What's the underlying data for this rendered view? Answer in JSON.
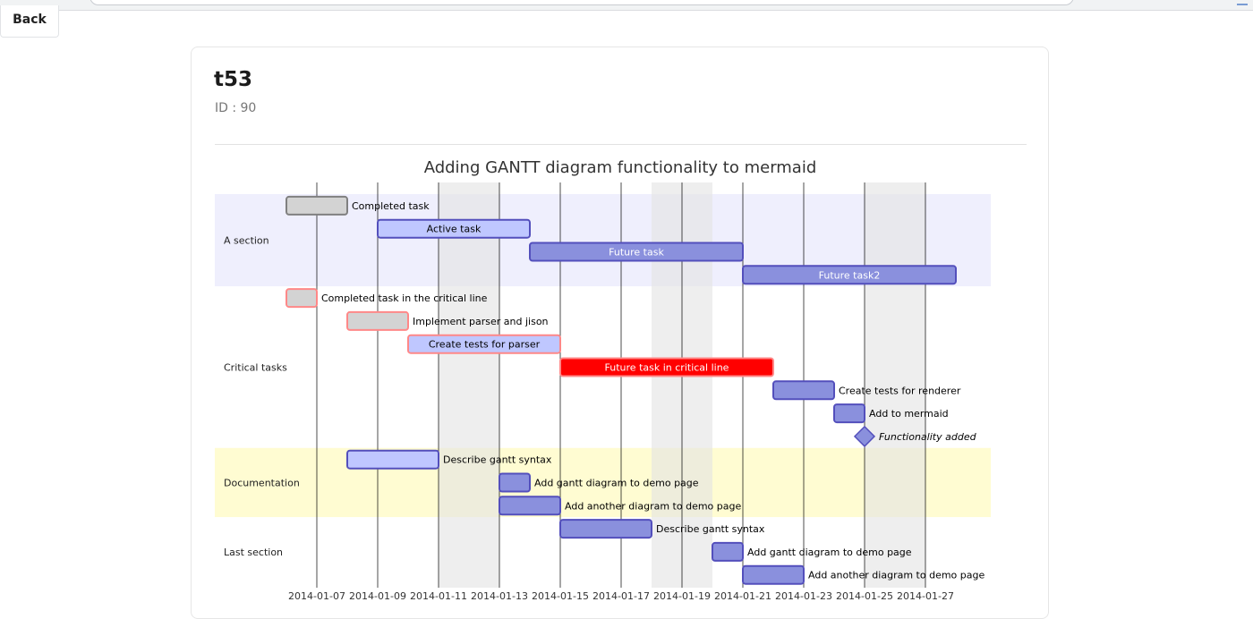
{
  "nav": {
    "back_label": "Back"
  },
  "card": {
    "title": "t53",
    "id_text": "ID : 90"
  },
  "chart_data": {
    "type": "gantt",
    "title": "Adding GANTT diagram functionality to mermaid",
    "x_ticks": [
      "2014-01-07",
      "2014-01-09",
      "2014-01-11",
      "2014-01-13",
      "2014-01-15",
      "2014-01-17",
      "2014-01-19",
      "2014-01-21",
      "2014-01-23",
      "2014-01-25",
      "2014-01-27"
    ],
    "x_range": [
      "2014-01-05",
      "2014-01-31"
    ],
    "weekends": [
      [
        "2014-01-11",
        "2014-01-13"
      ],
      [
        "2014-01-18",
        "2014-01-20"
      ],
      [
        "2014-01-25",
        "2014-01-27"
      ]
    ],
    "sections": [
      {
        "name": "A section",
        "color": "#efeffd",
        "tasks": [
          {
            "label": "Completed task",
            "start": "2014-01-06",
            "end": "2014-01-08",
            "status": "done"
          },
          {
            "label": "Active task",
            "start": "2014-01-09",
            "end": "2014-01-14",
            "status": "active"
          },
          {
            "label": "Future task",
            "start": "2014-01-14",
            "end": "2014-01-21",
            "status": "future"
          },
          {
            "label": "Future task2",
            "start": "2014-01-21",
            "end": "2014-01-28",
            "status": "future"
          }
        ]
      },
      {
        "name": "Critical tasks",
        "color": "#ffffff",
        "tasks": [
          {
            "label": "Completed task in the critical line",
            "start": "2014-01-06",
            "end": "2014-01-07",
            "status": "crit-done"
          },
          {
            "label": "Implement parser and jison",
            "start": "2014-01-08",
            "end": "2014-01-10",
            "status": "crit-done"
          },
          {
            "label": "Create tests for parser",
            "start": "2014-01-10",
            "end": "2014-01-15",
            "status": "crit-active"
          },
          {
            "label": "Future task in critical line",
            "start": "2014-01-15",
            "end": "2014-01-22",
            "status": "crit"
          },
          {
            "label": "Create tests for renderer",
            "start": "2014-01-22",
            "end": "2014-01-24",
            "status": "future"
          },
          {
            "label": "Add to mermaid",
            "start": "2014-01-24",
            "end": "2014-01-25",
            "status": "future"
          },
          {
            "label": "Functionality added",
            "start": "2014-01-25",
            "end": "2014-01-25",
            "status": "milestone"
          }
        ]
      },
      {
        "name": "Documentation",
        "color": "#fffcd2",
        "tasks": [
          {
            "label": "Describe gantt syntax",
            "start": "2014-01-08",
            "end": "2014-01-11",
            "status": "active"
          },
          {
            "label": "Add gantt diagram to demo page",
            "start": "2014-01-13",
            "end": "2014-01-14",
            "status": "future"
          },
          {
            "label": "Add another diagram to demo page",
            "start": "2014-01-13",
            "end": "2014-01-15",
            "status": "future"
          }
        ]
      },
      {
        "name": "Last section",
        "color": "#ffffff",
        "tasks": [
          {
            "label": "Describe gantt syntax",
            "start": "2014-01-15",
            "end": "2014-01-18",
            "status": "future"
          },
          {
            "label": "Add gantt diagram to demo page",
            "start": "2014-01-20",
            "end": "2014-01-21",
            "status": "future"
          },
          {
            "label": "Add another diagram to demo page",
            "start": "2014-01-21",
            "end": "2014-01-23",
            "status": "future"
          }
        ]
      }
    ],
    "colors": {
      "done_fill": "#d3d3d3",
      "done_stroke": "#808080",
      "active_fill": "#bfc7ff",
      "active_stroke": "#534fbc",
      "future_fill": "#8a90dd",
      "future_stroke": "#534fbc",
      "crit_fill": "#ff0000",
      "crit_stroke": "#ff8888",
      "weekend": "#e3e3e3",
      "grid": "#000000"
    }
  }
}
